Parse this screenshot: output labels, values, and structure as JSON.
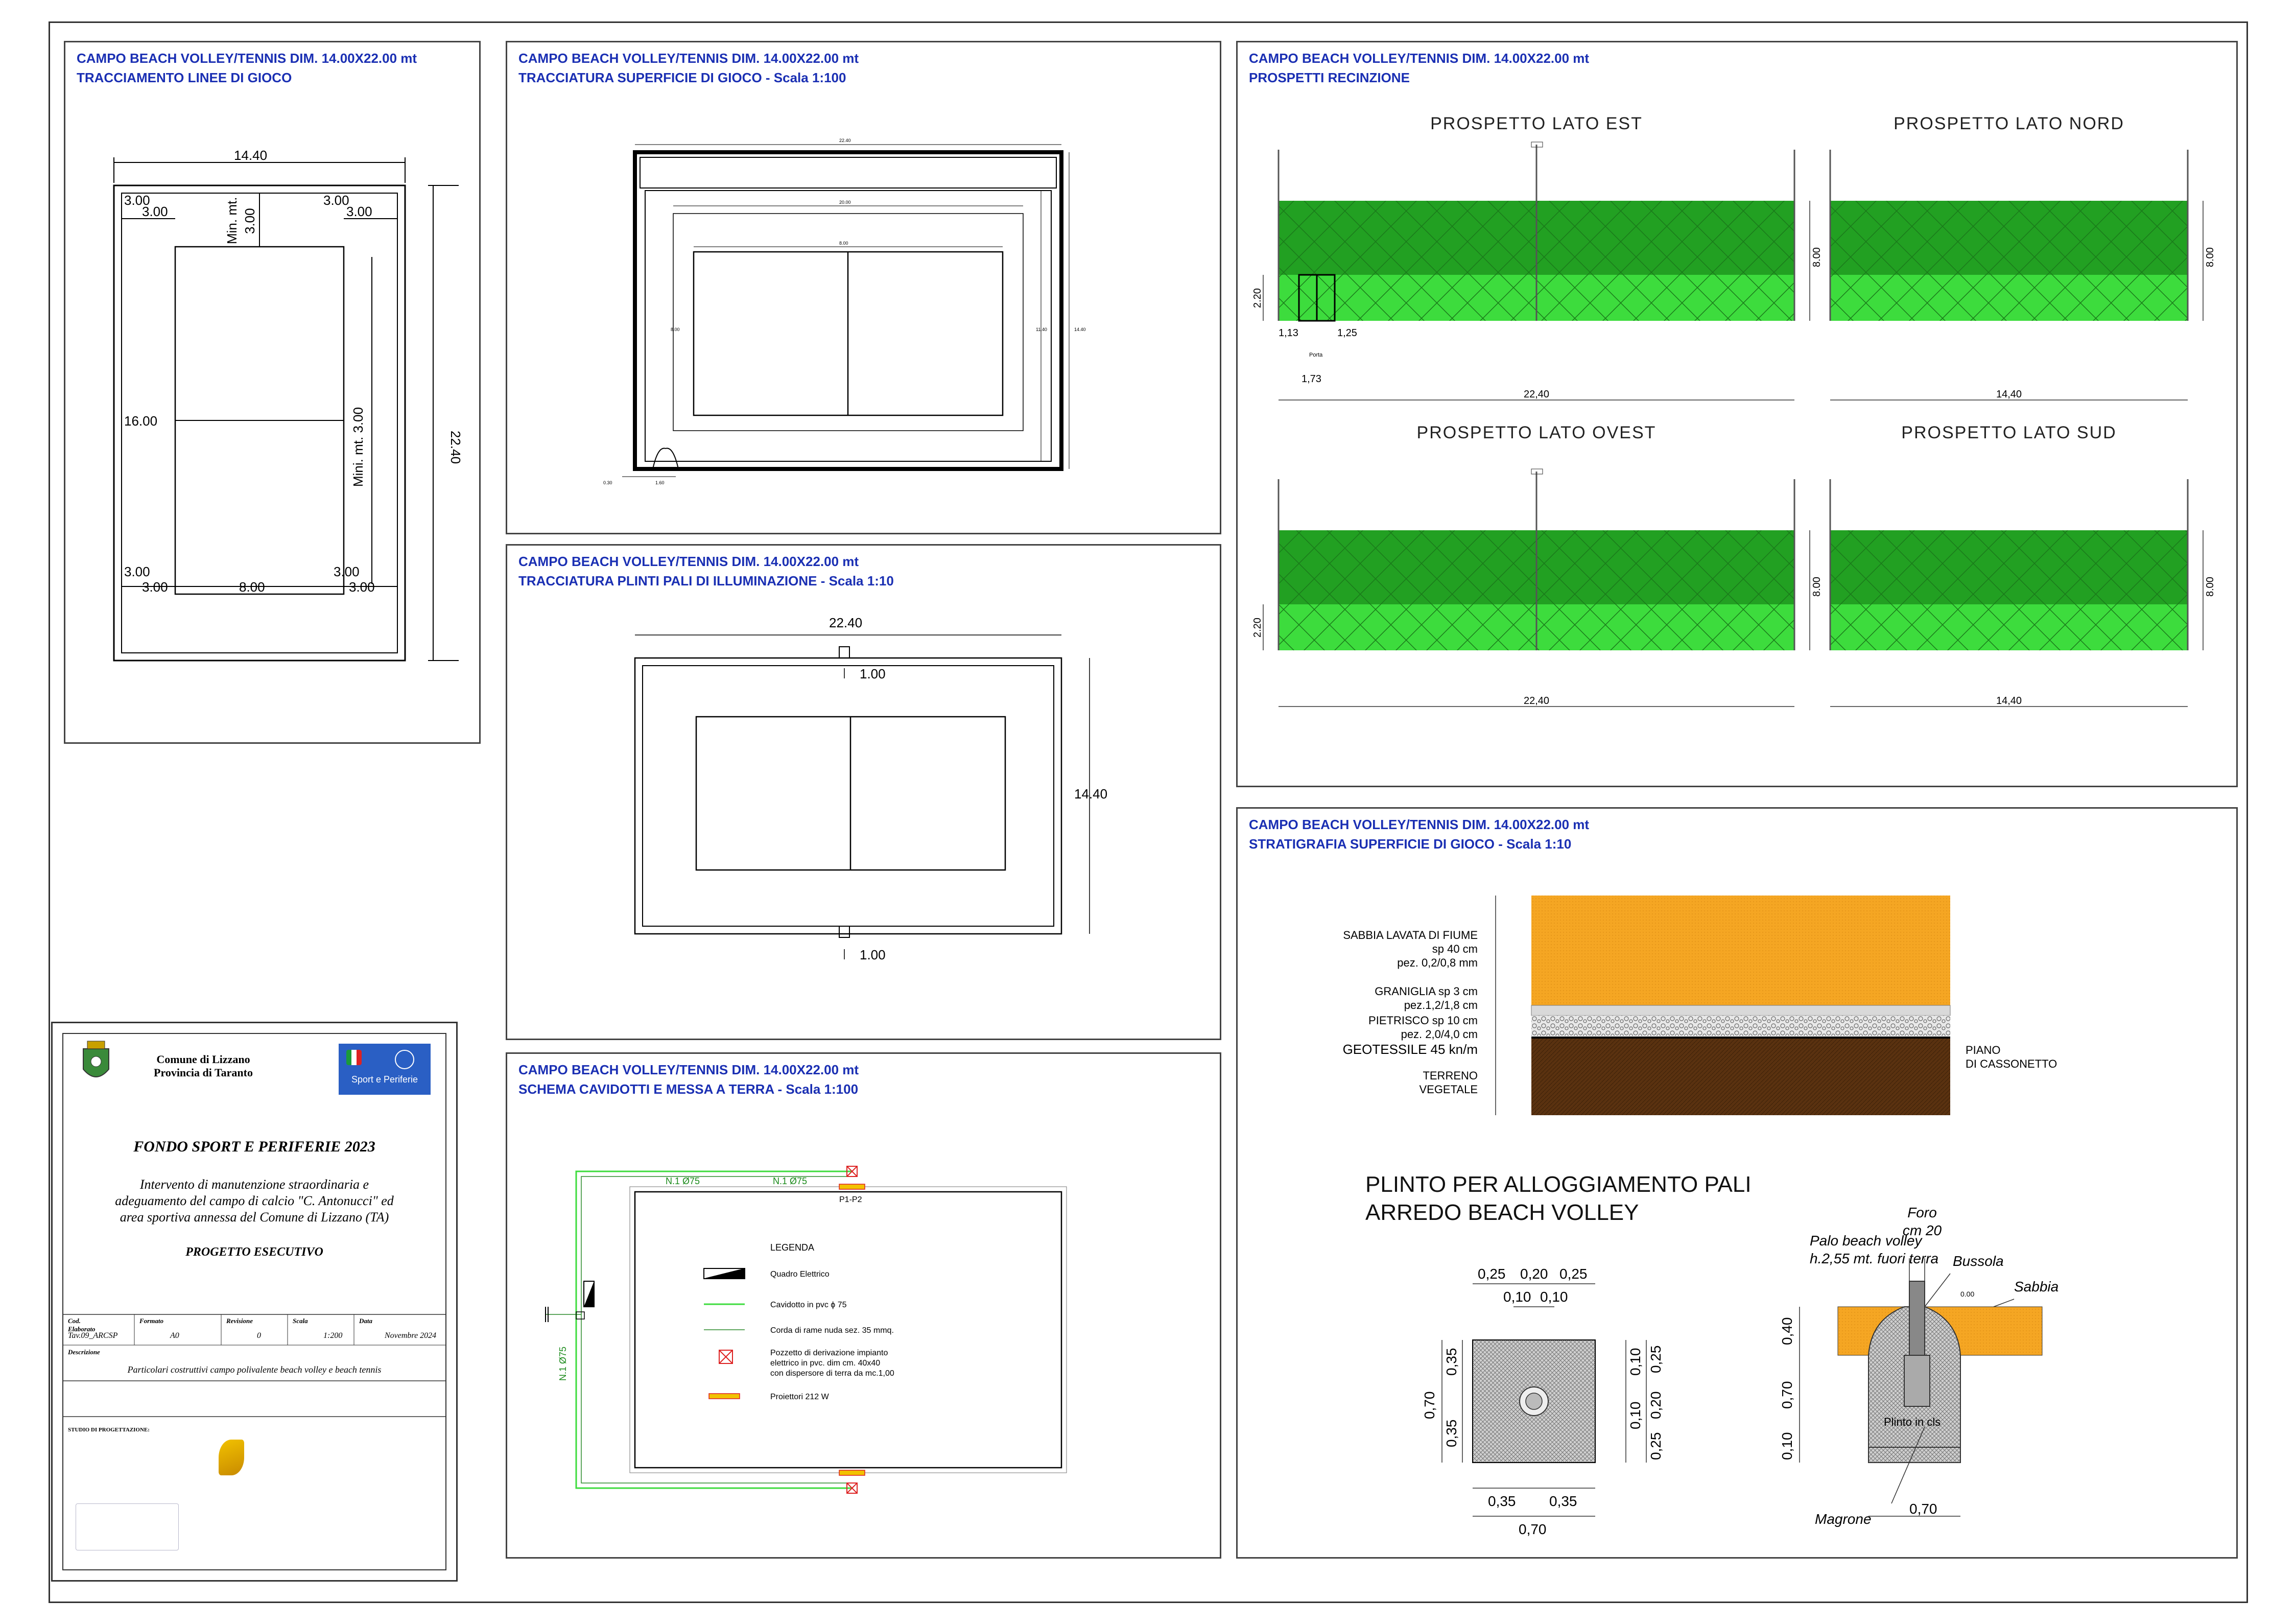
{
  "panels": {
    "p1": {
      "title1": "CAMPO BEACH VOLLEY/TENNIS DIM. 14.00X22.00 mt",
      "title2": "TRACCIAMENTO LINEE DI GIOCO"
    },
    "p2": {
      "title1": "CAMPO BEACH VOLLEY/TENNIS DIM. 14.00X22.00 mt",
      "title2": "TRACCIATURA SUPERFICIE DI GIOCO - Scala 1:100"
    },
    "p3": {
      "title1": "CAMPO BEACH VOLLEY/TENNIS DIM. 14.00X22.00 mt",
      "title2": "PROSPETTI RECINZIONE"
    },
    "p4": {
      "title1": "CAMPO BEACH VOLLEY/TENNIS DIM. 14.00X22.00 mt",
      "title2": "TRACCIATURA PLINTI PALI DI ILLUMINAZIONE - Scala 1:10"
    },
    "p5": {
      "title1": "CAMPO BEACH VOLLEY/TENNIS DIM. 14.00X22.00 mt",
      "title2": "STRATIGRAFIA SUPERFICIE DI GIOCO - Scala 1:10"
    },
    "p6": {
      "title1": "CAMPO BEACH VOLLEY/TENNIS DIM. 14.00X22.00 mt",
      "title2": "SCHEMA CAVIDOTTI E MESSA A TERRA - Scala 1:100"
    }
  },
  "tracciamento": {
    "width": "14.40",
    "height": "22.40",
    "side": "16.00",
    "inner_w": "8.00",
    "margin": "3.00",
    "min_label": "Min. mt.",
    "min_val": "3.00",
    "mini_label": "Mini. mt. 3.00"
  },
  "superficie": {
    "door_dim": "1.60",
    "small_dim": "0.30"
  },
  "prospetti": {
    "est": "PROSPETTO LATO EST",
    "nord": "PROSPETTO LATO NORD",
    "ovest": "PROSPETTO LATO OVEST",
    "sud": "PROSPETTO LATO SUD",
    "h_total": "8.00",
    "h_low": "2.20",
    "len_long": "22,40",
    "len_short": "14,40",
    "gate_a": "1,13",
    "gate_b": "1,25",
    "gate_c": "1,73",
    "gate_label": "Porta"
  },
  "plinti": {
    "width": "22.40",
    "height": "14.40",
    "offset": "1.00"
  },
  "stratigrafia": {
    "l1a": "SABBIA LAVATA DI FIUME",
    "l1b": "sp 40 cm",
    "l1c": "pez. 0,2/0,8 mm",
    "l2a": "GRANIGLIA sp 3 cm",
    "l2b": "pez.1,2/1,8 cm",
    "l3a": "PIETRISCO sp 10 cm",
    "l3b": "pez. 2,0/4,0 cm",
    "l4": "GEOTESSILE  45  kn/m",
    "l5a": "TERRENO",
    "l5b": "VEGETALE",
    "piano1": "PIANO",
    "piano2": "DI CASSONETTO",
    "colors": {
      "sand": "#f5a623",
      "gravel": "#cfcfcf",
      "soil": "#5a3210"
    }
  },
  "plinto": {
    "title1": "PLINTO PER ALLOGGIAMENTO PALI",
    "title2": "ARREDO BEACH VOLLEY",
    "d025": "0,25",
    "d020": "0,20",
    "d010": "0,10",
    "d035": "0,35",
    "d070": "0,70",
    "d040": "0,40",
    "foro1": "Foro",
    "foro2": "cm 20",
    "palo1": "Palo beach volley",
    "palo2": "h.2,55 mt. fuori terra",
    "bussola": "Bussola",
    "sabbia": "Sabbia",
    "plinto_cls": "Plinto in cls",
    "magrone": "Magrone",
    "zero": "0.00"
  },
  "cavidotti": {
    "n1": "N.1 Ø75",
    "n2": "N.1 Ø75",
    "n3": "N.1 Ø75",
    "pp": "P1-P2",
    "legenda": "LEGENDA",
    "leg1": "Quadro Elettrico",
    "leg2": "Cavidotto in pvc ϕ 75",
    "leg3": "Corda di rame nuda  sez. 35 mmq.",
    "leg4a": "Pozzetto di derivazione impianto",
    "leg4b": "elettrico  in   pvc.  dim cm. 40x40",
    "leg4c": "con dispersore di terra da mc.1,00",
    "leg5": "Proiettori 212 W"
  },
  "cartiglio": {
    "comune": "Comune di Lizzano",
    "provincia": "Provincia di Taranto",
    "brand": "Sport e Periferie",
    "fondo": "FONDO SPORT E PERIFERIE 2023",
    "desc1": "Intervento di manutenzione straordinaria e",
    "desc2": "adeguamento del campo di calcio \"C. Antonucci\" ed",
    "desc3": "area sportiva annessa del Comune di Lizzano (TA)",
    "progetto": "PROGETTO ESECUTIVO",
    "h1": "Cod. Elaborato",
    "h2": "Formato",
    "h3": "Revisione",
    "h4": "Scala",
    "h5": "Data",
    "v1": "Tav.09_ARCSP",
    "v2": "A0",
    "v3": "0",
    "v4": "1:200",
    "v5": "Novembre 2024",
    "descr_label": "Descrizione",
    "descr": "Particolari costruttivi campo polivalente beach volley e beach tennis",
    "studio": "STUDIO DI PROGETTAZIONE:"
  }
}
